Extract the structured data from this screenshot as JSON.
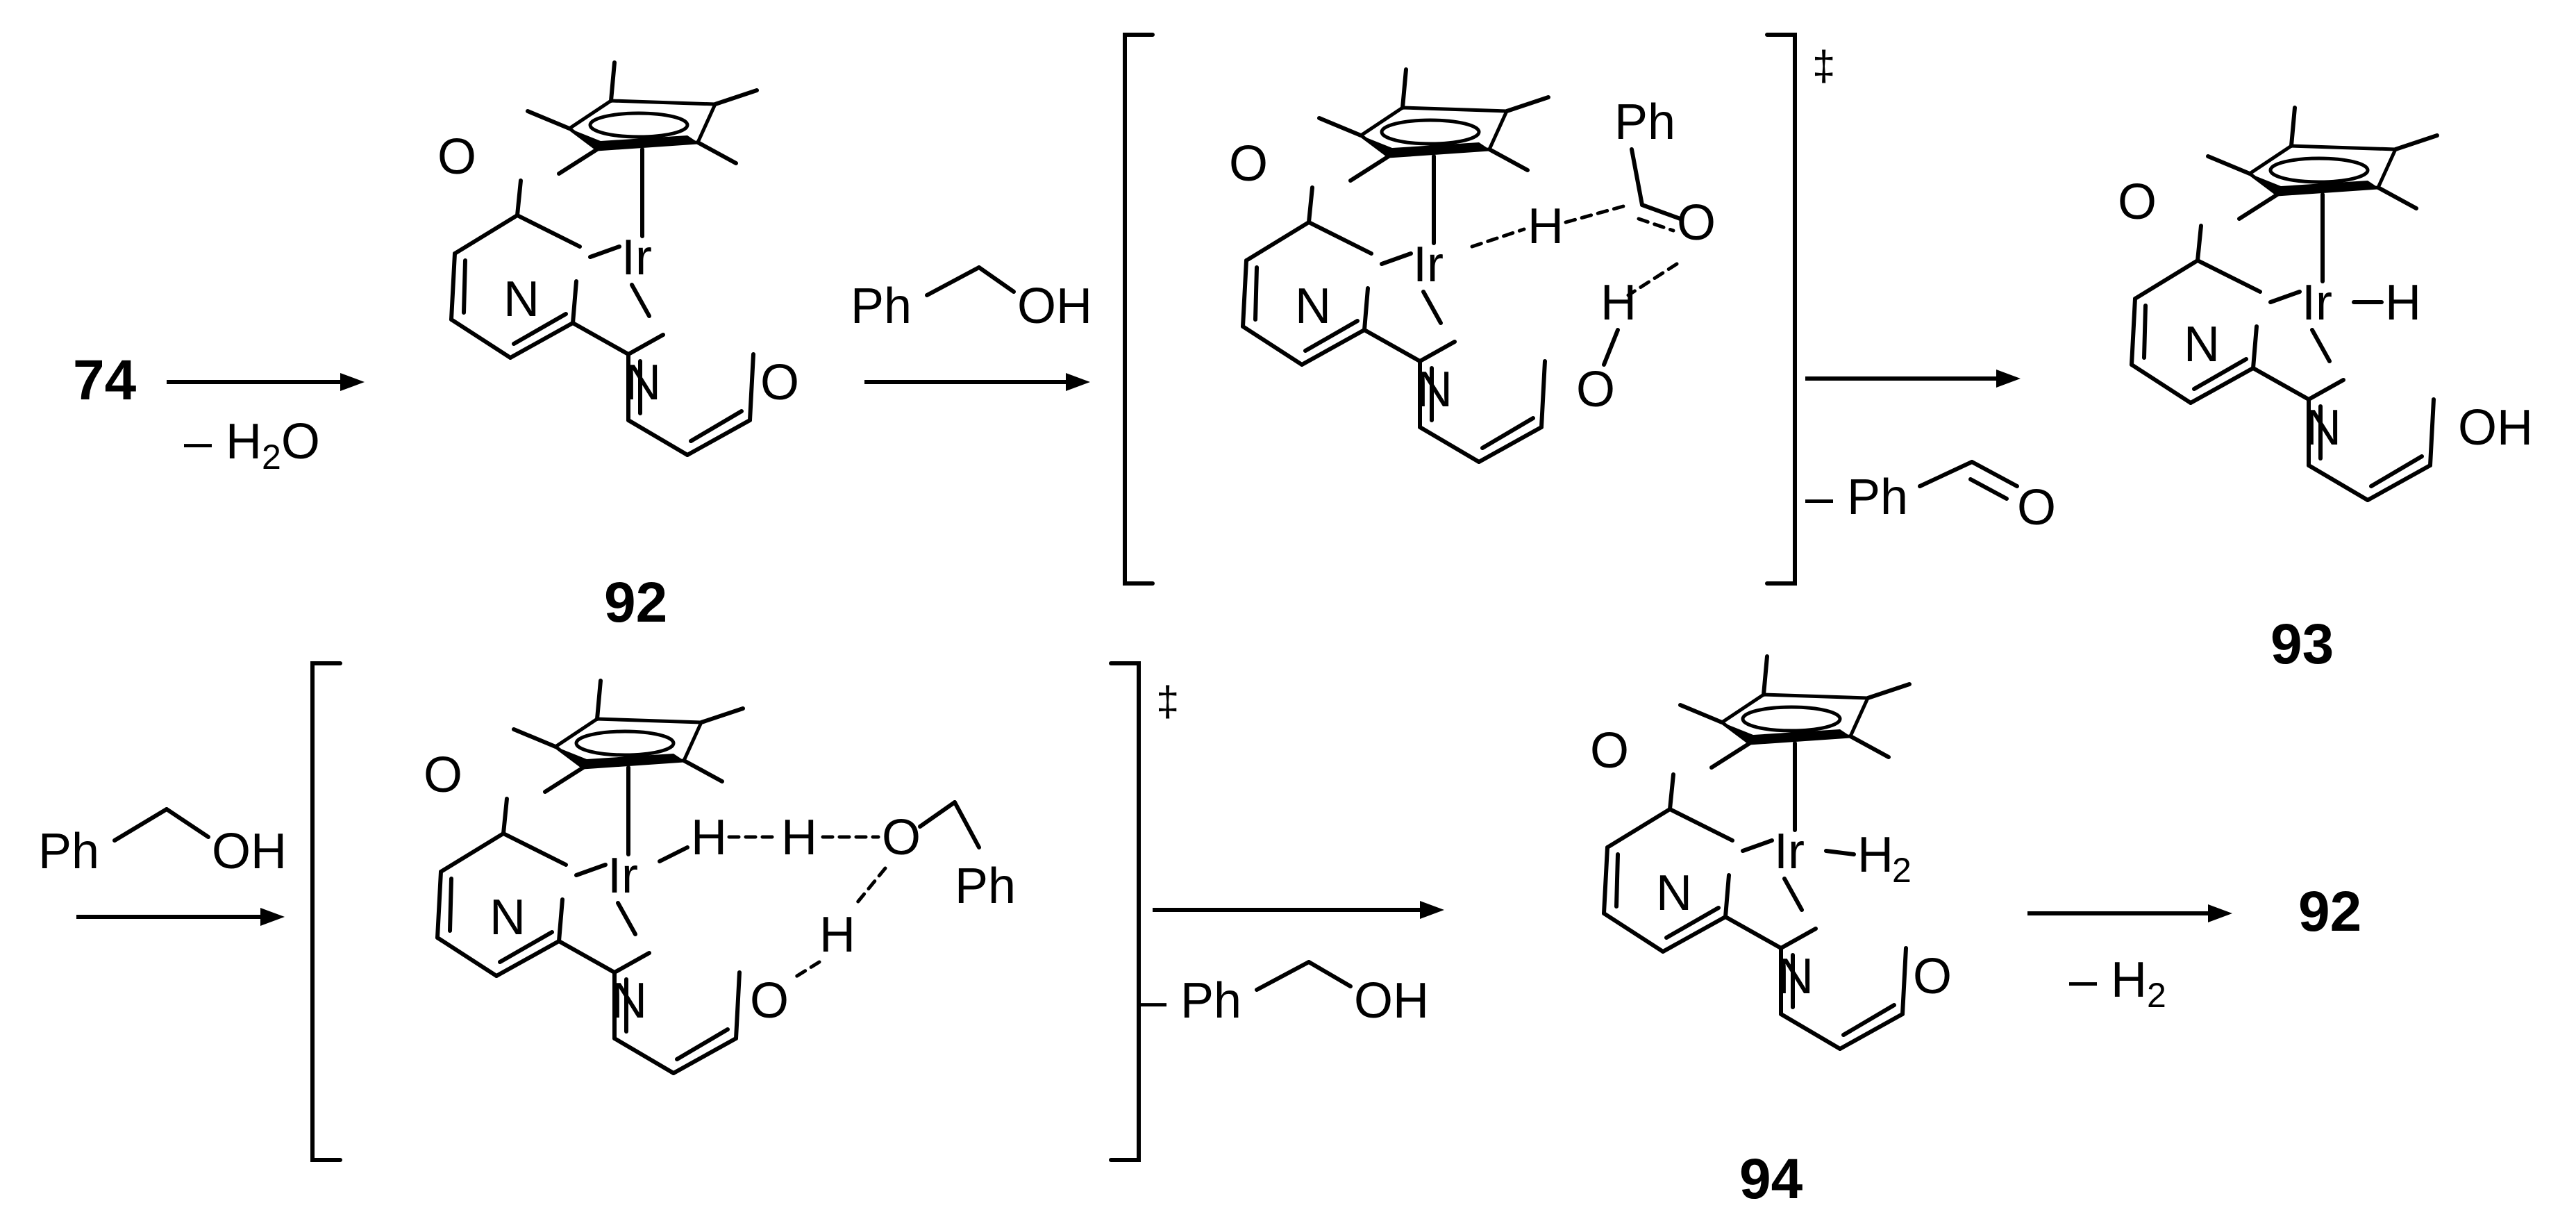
{
  "atoms": {
    "ir": "Ir",
    "n": "N",
    "o": "O",
    "h": "H",
    "oh": "OH",
    "ph": "Ph",
    "h2": "H",
    "h2_sub": "2"
  },
  "compounds": {
    "c74": "74",
    "c92": "92",
    "c93": "93",
    "c94": "94"
  },
  "conditions": {
    "minus_h2o_prefix": "– H",
    "minus_h2o_sub": "2",
    "minus_h2o_suffix": "O",
    "minus_h2_prefix": "– H",
    "minus_h2_sub": "2",
    "minus_dash": "–"
  },
  "labels": {
    "double_dagger": "‡"
  }
}
